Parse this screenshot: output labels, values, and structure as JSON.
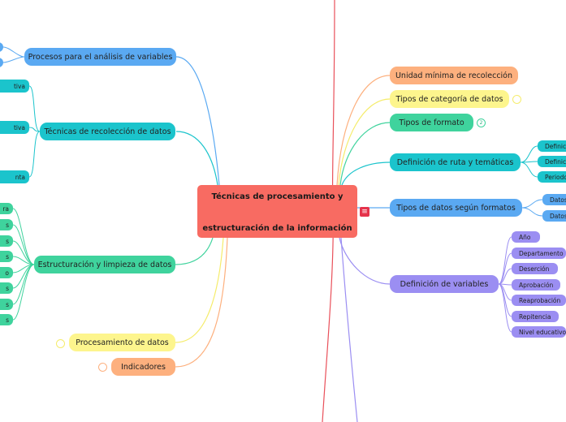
{
  "center": {
    "line1": "Técnicas de procesamiento y",
    "line2": "estructuración de la información"
  },
  "colors": {
    "center": "#f86b62",
    "blue": "#5aa9f2",
    "teal": "#1bc4cc",
    "green": "#3fd39d",
    "yellow": "#fdf58d",
    "orange": "#fdb07e",
    "purple": "#9b8ef2",
    "red_line": "#e9505a"
  },
  "left": {
    "procesos": {
      "label": "Procesos para el análisis de variables"
    },
    "tecnicas": {
      "label": "Técnicas de recolección de datos",
      "children": [
        "tiva",
        "tiva",
        "nta"
      ]
    },
    "estructuracion": {
      "label": "Estructuración y limpieza de datos",
      "children": [
        "ra",
        "s",
        "s",
        "s",
        "o",
        "s",
        "s",
        "s"
      ]
    },
    "procesamiento": {
      "label": "Procesamiento de datos"
    },
    "indicadores": {
      "label": "Indicadores"
    }
  },
  "right": {
    "unidad": {
      "label": "Unidad mínima de recolección"
    },
    "tipos_categoria": {
      "label": "Tipos de categoría de datos"
    },
    "tipos_formato": {
      "label": "Tipos de formato",
      "badge": "2"
    },
    "definicion_ruta": {
      "label": "Definición de ruta y temáticas",
      "children": [
        "Definic",
        "Definic",
        "Periodo"
      ]
    },
    "tipos_datos": {
      "label": "Tipos de datos según formatos",
      "children": [
        "Datos",
        "Datos"
      ]
    },
    "definicion_variables": {
      "label": "Definición de variables",
      "children": [
        "Año",
        "Departamento",
        "Deserción",
        "Aprobación",
        "Reaprobación",
        "Repitencia",
        "Nivel educativo"
      ]
    }
  }
}
